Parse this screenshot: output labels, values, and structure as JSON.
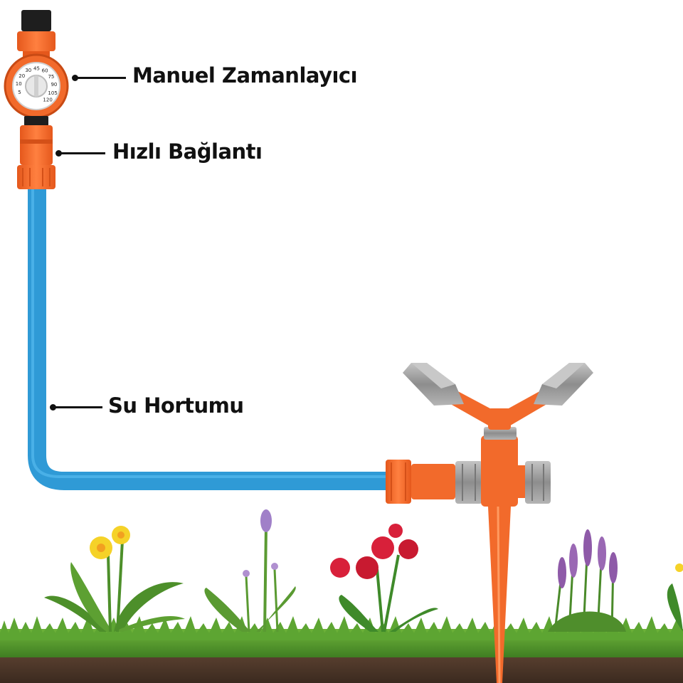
{
  "labels": {
    "timer": "Manuel Zamanlayıcı",
    "quick_connector": "Hızlı Bağlantı",
    "hose": "Su Hortumu"
  },
  "dial_numbers": [
    "5",
    "10",
    "20",
    "30",
    "45",
    "60",
    "75",
    "90",
    "105",
    "120"
  ],
  "colors": {
    "hose": "#2f9ad6",
    "fitting": "#f26a2b",
    "grey_part": "#9a9a9a",
    "grass": "#4f9a2a",
    "soil": "#4a3426"
  }
}
